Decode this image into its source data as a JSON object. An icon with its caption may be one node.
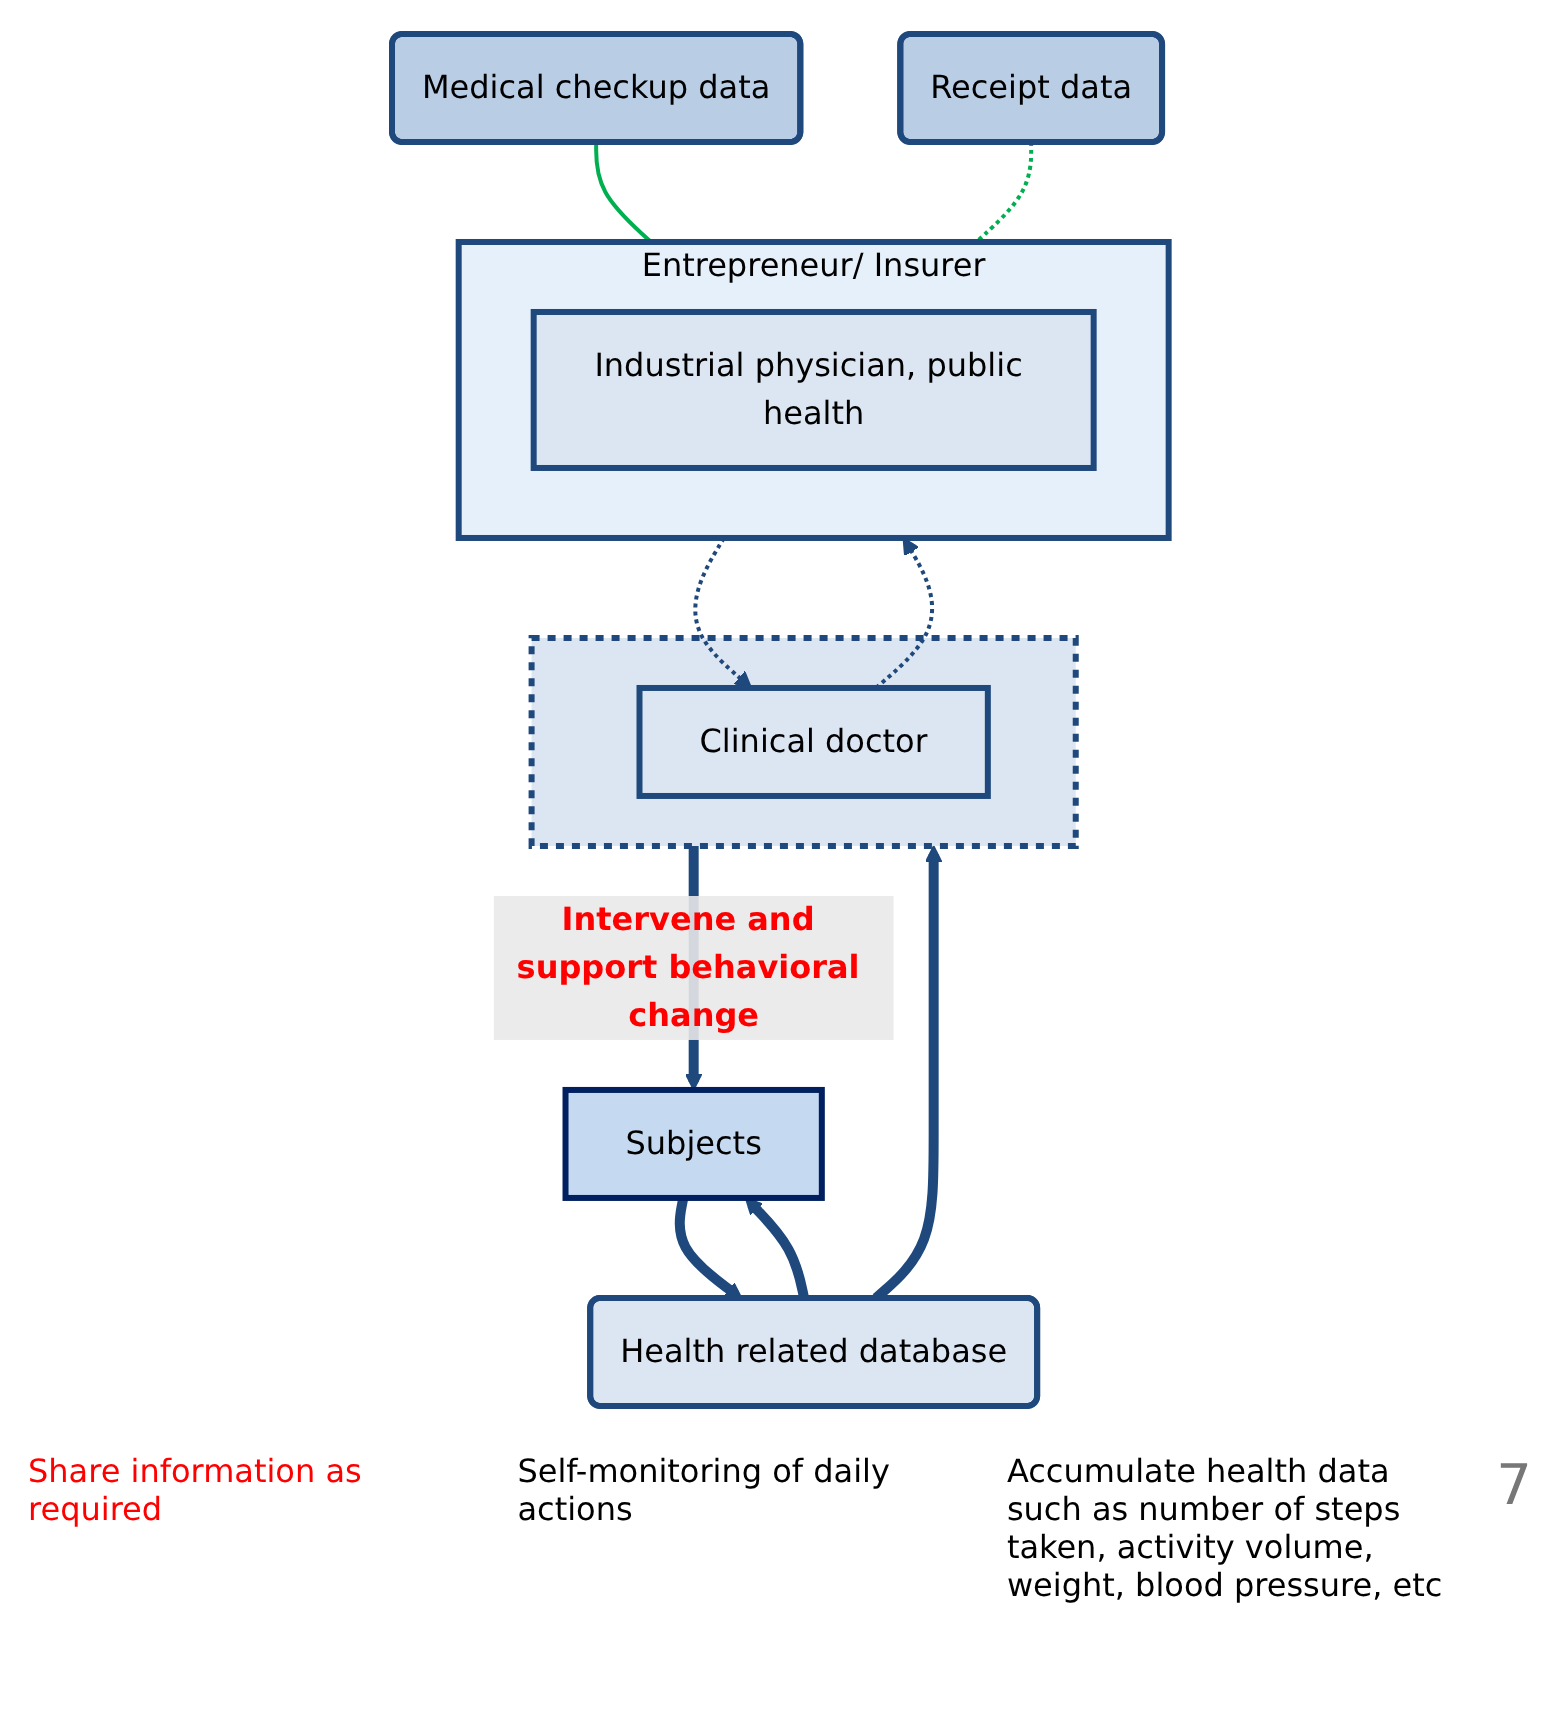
{
  "diagram": {
    "nodes": [
      {
        "text": [
          "Medical checkup data"
        ]
      },
      {
        "text": [
          "Receipt data"
        ]
      },
      {
        "text": [
          "Entrepreneur/ Insurer"
        ]
      },
      {
        "text": [
          "Industrial physician, public health"
        ],
        "in": 2
      },
      {
        "text": [],
        "shape": "box"
      },
      {
        "text": [
          "Clinical doctor"
        ],
        "in": 4
      },
      {
        "text": [
          "Subjects"
        ]
      },
      {
        "text": [
          "Health related database"
        ]
      }
    ],
    "edges": [
      {
        "from": 0,
        "to": 2,
        "arrow": "none",
        "color": "#00b050"
      },
      {
        "from": 1,
        "to": 2,
        "arrow": "none",
        "style": "dashed",
        "color": "#00b050"
      },
      {
        "from": 5,
        "to": 2,
        "arrow": "to",
        "style": "dashed"
      },
      {
        "from": 2,
        "to": 5,
        "arrow": "to",
        "style": "dashed"
      },
      {
        "from": 4,
        "to": 6,
        "arrow": "to",
        "style": "thick",
        "label": "Intervene and support behavioral change"
      },
      {
        "from": 7,
        "to": 4,
        "arrow": "to",
        "style": "thick"
      },
      {
        "from": 7,
        "to": 6,
        "arrow": "to",
        "style": "thick"
      },
      {
        "from": 6,
        "to": 7,
        "arrow": "to",
        "style": "thick"
      }
    ],
    "labels": [
      "Share information as required",
      "Self-monitoring of daily actions",
      "Accumulate health data such as number of steps taken, activity volume, weight, blood pressure, etc",
      "7"
    ]
  }
}
